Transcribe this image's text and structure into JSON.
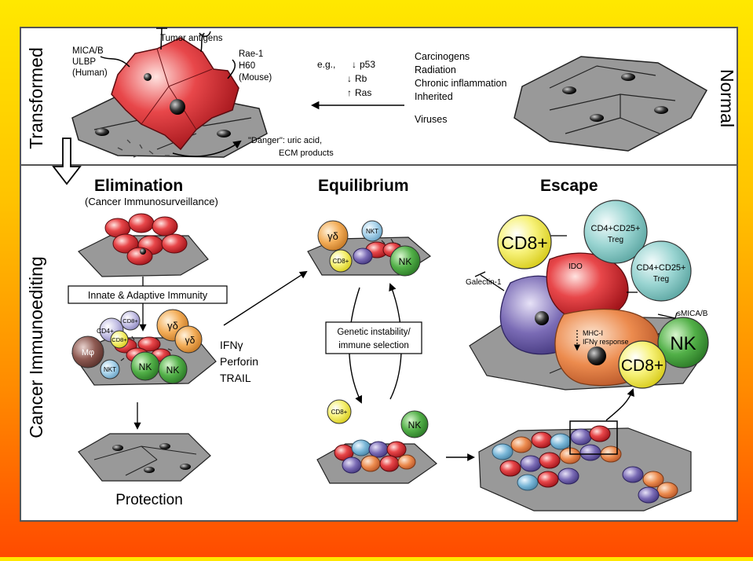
{
  "top": {
    "side_left": "Transformed",
    "side_right": "Normal",
    "human_ligands": [
      "MICA/B",
      "ULBP",
      "(Human)"
    ],
    "tumor_antigens": "Tumor antigens",
    "mouse_ligands": [
      "Rae-1",
      "H60",
      "(Mouse)"
    ],
    "mutations": {
      "eg": "e.g.,",
      "p53": "p53",
      "rb": "Rb",
      "ras": "Ras"
    },
    "causes": [
      "Carcinogens",
      "Radiation",
      "Chronic inflammation",
      "Inherited",
      "Viruses"
    ],
    "danger_1": "\"Danger\": uric acid,",
    "danger_2": "ECM products"
  },
  "bottom": {
    "side": "Cancer Immunoediting",
    "elimination": {
      "title": "Elimination",
      "subtitle": "(Cancer Immunosurveillance)",
      "immunity_box": "Innate & Adaptive Immunity",
      "effectors": [
        "IFNγ",
        "Perforin",
        "TRAIL"
      ],
      "protection": "Protection"
    },
    "equilibrium": {
      "title": "Equilibrium",
      "box_line1": "Genetic instability/",
      "box_line2": "immune selection"
    },
    "escape": {
      "title": "Escape",
      "galectin": "Galectin-1",
      "ido": "IDO",
      "smica": "sMICA/B",
      "mhc1": "MHC-I",
      "ifn_response": "IFNγ response"
    }
  },
  "cells": {
    "cd8": "CD8",
    "cd8_plus": "CD8+",
    "cd4": "CD4+",
    "nk": "NK",
    "nkt": "NKT",
    "gd": "γδ",
    "mo": "Mφ",
    "treg_line1": "CD4+CD25+",
    "treg_line2": "Treg"
  },
  "colors": {
    "tumor": "#d9282e",
    "tissue": "#8e8e8e",
    "nk": "#3f9e3a",
    "cd8": "#f2ea3a",
    "treg": "#8fcfcc",
    "gd": "#f0a040",
    "variant_purple": "#6a5aa8",
    "variant_orange": "#e88448",
    "variant_blue": "#7ab7d8"
  }
}
